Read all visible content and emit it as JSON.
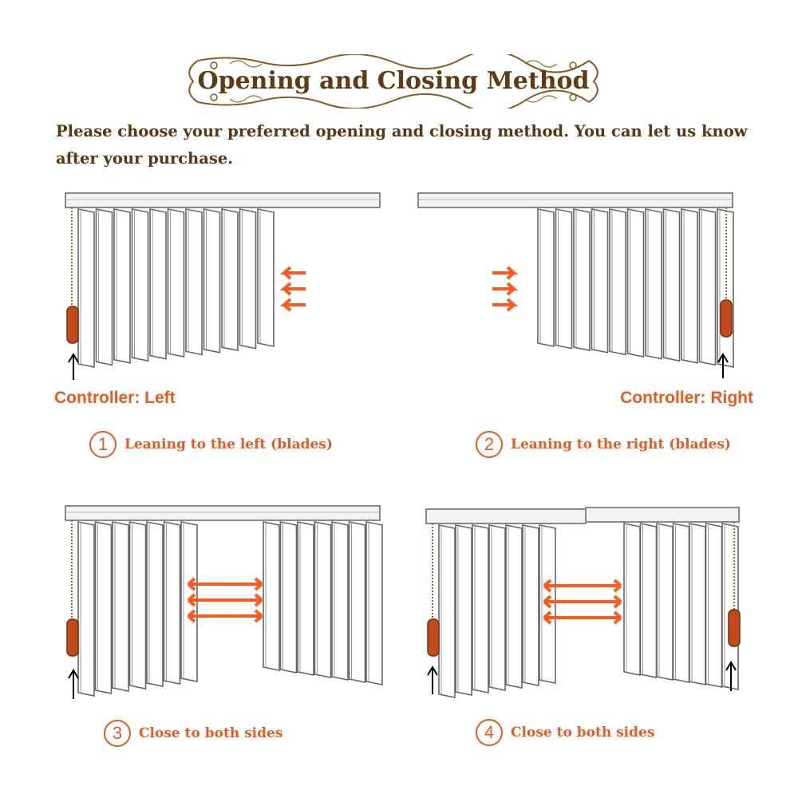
{
  "title": "Opening and Closing Method",
  "intro": "Please choose your preferred opening and closing method. You can let us know after your purchase.",
  "controllers": {
    "left": "Controller: Left",
    "right": "Controller: Right"
  },
  "options": [
    {
      "number": "1",
      "label": "Leaning to the left (blades)"
    },
    {
      "number": "2",
      "label": "Leaning to the right (blades)"
    },
    {
      "number": "3",
      "label": "Close to both sides"
    },
    {
      "number": "4",
      "label": "Close to both sides"
    }
  ],
  "colors": {
    "title_brown": "#5e3b12",
    "accent_orange": "#e85a1e",
    "blade_gray": "#777777"
  }
}
